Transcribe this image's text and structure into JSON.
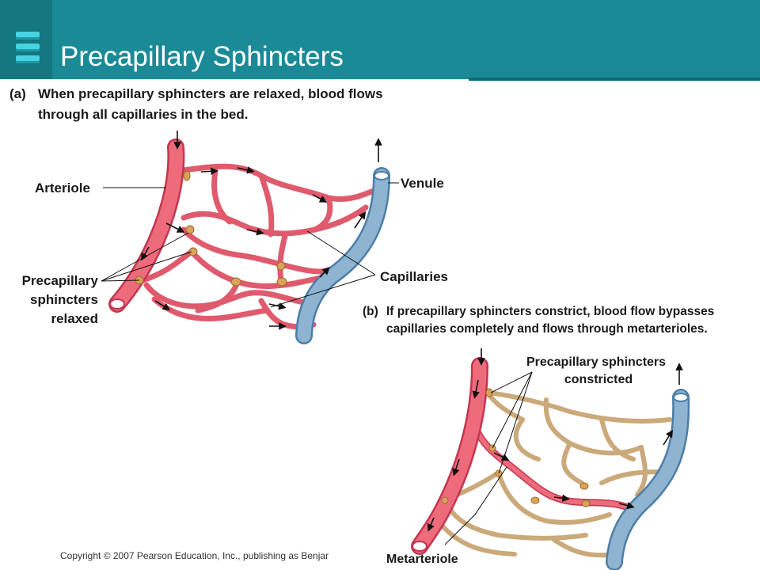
{
  "slide": {
    "title": "Precapillary Sphincters",
    "copyright": "Copyright © 2007 Pearson Education, Inc., publishing as Benjar"
  },
  "panel_a": {
    "caption_prefix": "(a)",
    "caption_line1": "When precapillary sphincters are relaxed, blood flows",
    "caption_line2": "through all capillaries in the bed.",
    "label_arteriole": "Arteriole",
    "label_venule": "Venule",
    "label_capillaries": "Capillaries",
    "label_sphincters_1": "Precapillary",
    "label_sphincters_2": "sphincters",
    "label_sphincters_3": "relaxed"
  },
  "panel_b": {
    "caption_prefix": "(b)",
    "caption_line1": "If precapillary sphincters constrict, blood flow bypasses",
    "caption_line2": "capillaries completely and flows through metarterioles.",
    "label_sphincters_1": "Precapillary sphincters",
    "label_sphincters_2": "constricted",
    "label_metarteriole": "Metarteriole"
  },
  "colors": {
    "banner": "#1a8a97",
    "artery": "#e8566a",
    "capillary": "#e05a6d",
    "vein": "#7fa6c6",
    "constricted_capillary": "#e8d3ad",
    "sphincter": "#d9a35a"
  }
}
